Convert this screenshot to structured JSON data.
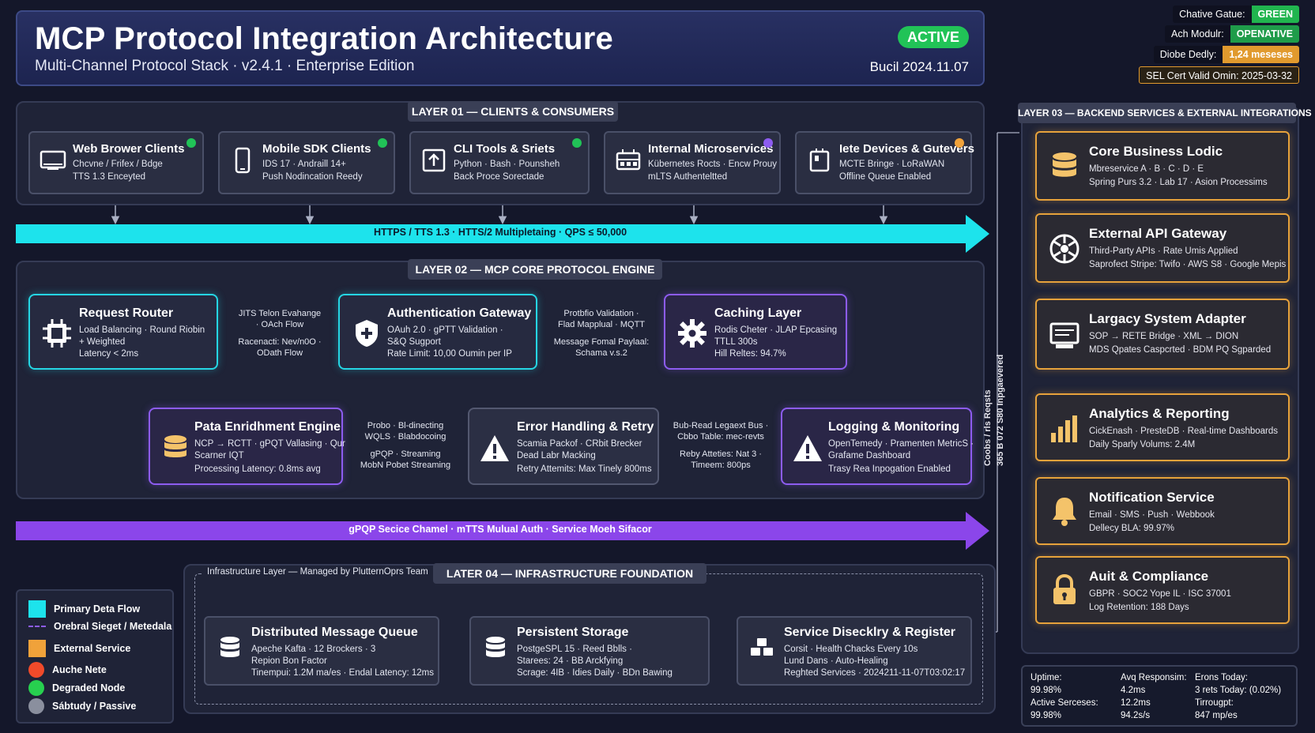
{
  "header": {
    "title": "MCP Protocol Integration Architecture",
    "subtitle": "Multi-Channel Protocol Stack · v2.4.1 · Enterprise Edition",
    "status": "ACTIVE",
    "build": "Bucil 2024.11.07"
  },
  "status_panel": [
    {
      "label": "Chative Gatue:",
      "value": "GREEN",
      "color": "#21b54f"
    },
    {
      "label": "Ach Modulr:",
      "value": "OPENATIVE",
      "color": "#1f9c4a"
    },
    {
      "label": "Diobe Dedly:",
      "value": "1,24 meseses",
      "color": "#e19a2e"
    },
    {
      "label": "SEL Cert Valid Omin: 2025-03-32",
      "value": "",
      "color": "#e19a2e"
    }
  ],
  "layer1": {
    "title": "LAYER 01 — CLIENTS & CONSUMERS",
    "clients": [
      {
        "icon": "monitor-icon",
        "name": "Web Brower Clients",
        "line1": "Chcvne / Frifex / Bdge",
        "line2": "TTS 1.3 Enceyted",
        "dot": "#21c357"
      },
      {
        "icon": "mobile-phone-icon",
        "name": "Mobile SDK Clients",
        "line1": "IDS 17 · Andraill 14+",
        "line2": "Push Nodincation Reedy",
        "dot": "#21c357"
      },
      {
        "icon": "terminal-upload-icon",
        "name": "CLI Tools & Sriets",
        "line1": "Python · Bash · Pounsheh",
        "line2": "Back Proce Sorectade",
        "dot": "#21c357"
      },
      {
        "icon": "microservices-icon",
        "name": "Internal Microservices",
        "line1": "Kübernetes Rocts · Encw Prouy",
        "line2": "mLTS Authenteltted",
        "dot": "#8d5cf0"
      },
      {
        "icon": "iot-device-icon",
        "name": "Iete Devices & Gutevers",
        "line1": "MCTE Bringe · LoRaWAN",
        "line2": "Offline Queue Enabled",
        "dot": "#f0a23a"
      }
    ]
  },
  "band1": {
    "text": "HTTPS / TTS 1.3 · HTTS/2 Multipletaing · QPS ≤ 50,000",
    "color": "#1de3ec"
  },
  "layer2": {
    "title": "LAYER 02 — MCP CORE PROTOCOL ENGINE",
    "router": {
      "icon": "router-chip-icon",
      "name": "Request Router",
      "lines": [
        "Load Balancing · Round Riobin",
        "+ Weighted",
        "Latency < 2ms"
      ]
    },
    "auth": {
      "icon": "shield-plus-icon",
      "name": "Authentication Gateway",
      "lines": [
        "OAuh 2.0 · gPTT Validation ·",
        "S&Q Sugport",
        "Rate Limit: 10,00 Oumin per IP"
      ]
    },
    "cache": {
      "icon": "gear-icon",
      "name": "Caching Layer",
      "lines": [
        "Rodis Cheter · JLAP Epcasing",
        "TTLL 300s",
        "Hill Reltes: 94.7%"
      ]
    },
    "enrich": {
      "icon": "database-icon",
      "name": "Pata Enridhment Engine",
      "lines": [
        "NCP → RCTT · gPQT Vallasing · Qur",
        "Scarner IQT",
        "Processing Latency: 0.8ms avg"
      ]
    },
    "error": {
      "icon": "warning-icon",
      "name": "Error Handling & Retry",
      "lines": [
        "Scamia Packof · CRbit Brecker",
        "Dead Labr Macking",
        "Retry Attemits: Max Tinely 800ms"
      ]
    },
    "logging": {
      "icon": "warning-icon",
      "name": "Logging & Monitoring",
      "lines": [
        "OpenTemedy · Pramenten MetricS ·",
        "Grafame Dashboard",
        "Trasy Rea Inpogation Enabled"
      ]
    },
    "conn_router_auth": [
      "JITS Telon Evahange",
      "· OAch Flow",
      "Racenacti: Nev/n0O ·",
      "ODath Flow"
    ],
    "conn_auth_cache": [
      "Protbfio Validation ·",
      "Flad Mapplual · MQTT",
      "Message Fomal Paylaal:",
      "Schama v.s.2"
    ],
    "conn_enrich_error": [
      "Probo · Bl-dinecting",
      "WQLS · Blabdocoing",
      "gPQP · Streaming",
      "MobN Pobet Streaming"
    ],
    "conn_error_logging": [
      "Bub-Read Legaext Bus ·",
      "Cbbo Table: mec-revts",
      "Reby Atteties: Nat 3 ·",
      "Timeem: 800ps"
    ]
  },
  "band2": {
    "text": "gPQP Secice Chamel · mTTS Mulual Auth · Service Moeh Sifacor",
    "color": "#8b46ea"
  },
  "vertical_label": {
    "line1": "Coobs / rls Reqsts",
    "line2": "365 B 072 S80 Inpgaevered"
  },
  "layer3": {
    "title": "LAYER 03 — BACKEND SERVICES & EXTERNAL INTEGRATIONS",
    "services": [
      {
        "icon": "database-stack-icon",
        "name": "Core Business Lodic",
        "line1": "Mbreservice A · B · C · D · E",
        "line2": "Spring Purs 3.2 · Lab 17 · Asion Processims"
      },
      {
        "icon": "api-network-icon",
        "name": "External API Gateway",
        "line1": "Third-Party APIs · Rate Umis Applied",
        "line2": "Saprofect Stripe: Twifo · AWS S8 · Google Mepis"
      },
      {
        "icon": "legacy-terminal-icon",
        "name": "Largacy System Adapter",
        "line1": "SOP → RETE Bridge · XML → DION",
        "line2": "MDS Qpates Caspcrted · BDM PQ Sgparded"
      },
      {
        "icon": "bar-chart-icon",
        "name": "Analytics & Reporting",
        "line1": "CickEnash · PresteDB · Real-time Dashboards",
        "line2": "Daily Sparly Volums: 2.4M"
      },
      {
        "icon": "bell-icon",
        "name": "Notification Service",
        "line1": "Email · SMS · Push · Webbook",
        "line2": "Dellecy BLA: 99.97%"
      },
      {
        "icon": "padlock-icon",
        "name": "Auit & Compliance",
        "line1": "GBPR · SOC2 Yope IL · ISC 37001",
        "line2": "Log Retention: 188 Days"
      }
    ]
  },
  "layer4": {
    "title": "LATER 04 — INFRASTRUCTURE FOUNDATION",
    "managed": "Infrastructure Layer — Managed by PlutternOprs Team",
    "boxes": [
      {
        "icon": "database-icon",
        "name": "Distributed Message Queue",
        "line1": "Apeche Kafta · 12 Brockers · 3",
        "line2": "Repion Bon Factor",
        "line3": "Tinempui: 1.2M ma/es · Endal Latency: 12ms"
      },
      {
        "icon": "database-icon",
        "name": "Persistent Storage",
        "line1": "PostgeSPL 15 · Reed Bblls ·",
        "line2": "Starees: 24 · BB Arckfying",
        "line3": "Scrage: 4IB · Idies Daily · BDn Bawing"
      },
      {
        "icon": "cubes-icon",
        "name": "Service Disecklry & Register",
        "line1": "Corsit · Health Chacks Every 10s",
        "line2": "Lund Dans · Auto-Healing",
        "line3": "Reghted Services · 2024211-11-07T03:02:17"
      }
    ]
  },
  "legend": [
    {
      "kind": "box",
      "color": "#1de3ec",
      "label": "Primary Deta Flow"
    },
    {
      "kind": "dash",
      "color": "#8d5cf0",
      "label": "Orebral Sieget / Metedala"
    },
    {
      "kind": "box",
      "color": "#f0a23a",
      "label": "External Service"
    },
    {
      "kind": "circle",
      "color": "#f04a2a",
      "label": "Auche Nete"
    },
    {
      "kind": "circle",
      "color": "#27d04f",
      "label": "Degraded Node"
    },
    {
      "kind": "circle",
      "color": "#8a8f9e",
      "label": "Sábtudy / Passive"
    }
  ],
  "metrics": {
    "col1": [
      "Uptime:",
      "99.98%",
      "Active Serceses:",
      "99.98%"
    ],
    "col2": [
      "Avq Responsim:",
      "4.2ms",
      "12.2ms",
      "94.2s/s"
    ],
    "col3": [
      "Erons Today:",
      "3 rets Today: (0.02%)",
      "Tirrougpt:",
      "847 mp/es"
    ]
  }
}
